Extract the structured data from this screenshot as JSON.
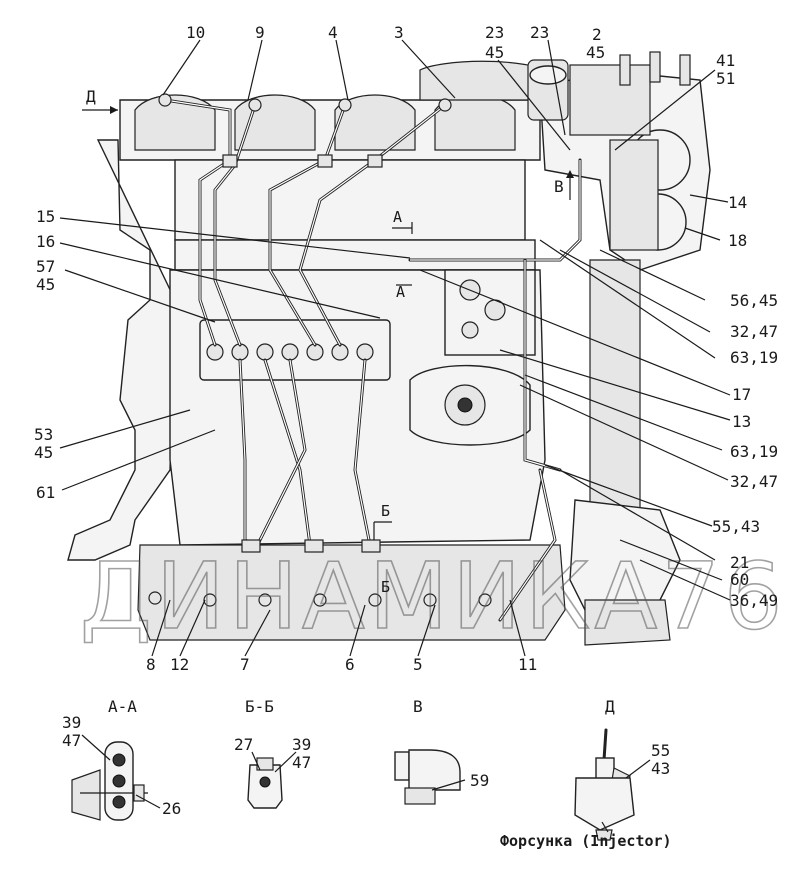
{
  "drawing": {
    "callouts": [
      {
        "id": "c10",
        "text": "10"
      },
      {
        "id": "c9",
        "text": "9"
      },
      {
        "id": "c4",
        "text": "4"
      },
      {
        "id": "c3",
        "text": "3"
      },
      {
        "id": "c23a",
        "text": "23"
      },
      {
        "id": "c45a",
        "text": "45"
      },
      {
        "id": "c23b",
        "text": "23"
      },
      {
        "id": "c2",
        "text": "2"
      },
      {
        "id": "c45b",
        "text": "45"
      },
      {
        "id": "c41",
        "text": "41"
      },
      {
        "id": "c51",
        "text": "51"
      },
      {
        "id": "c14",
        "text": "14"
      },
      {
        "id": "c18",
        "text": "18"
      },
      {
        "id": "c15",
        "text": "15"
      },
      {
        "id": "c16",
        "text": "16"
      },
      {
        "id": "c57",
        "text": "57"
      },
      {
        "id": "c45c",
        "text": "45"
      },
      {
        "id": "c5645",
        "text": "56,45"
      },
      {
        "id": "c3247a",
        "text": "32,47"
      },
      {
        "id": "c6319a",
        "text": "63,19"
      },
      {
        "id": "c17",
        "text": "17"
      },
      {
        "id": "c13",
        "text": "13"
      },
      {
        "id": "c6319b",
        "text": "63,19"
      },
      {
        "id": "c3247b",
        "text": "32,47"
      },
      {
        "id": "c53",
        "text": "53"
      },
      {
        "id": "c45d",
        "text": "45"
      },
      {
        "id": "c61",
        "text": "61"
      },
      {
        "id": "c5543",
        "text": "55,43"
      },
      {
        "id": "c21",
        "text": "21"
      },
      {
        "id": "c60",
        "text": "60"
      },
      {
        "id": "c3649",
        "text": "36,49"
      },
      {
        "id": "c8",
        "text": "8"
      },
      {
        "id": "c12",
        "text": "12"
      },
      {
        "id": "c7",
        "text": "7"
      },
      {
        "id": "c6",
        "text": "6"
      },
      {
        "id": "c5",
        "text": "5"
      },
      {
        "id": "c11",
        "text": "11"
      }
    ],
    "view_marks": [
      {
        "id": "vD",
        "text": "Д"
      },
      {
        "id": "vV",
        "text": "В"
      },
      {
        "id": "vA1",
        "text": "А"
      },
      {
        "id": "vA2",
        "text": "А"
      },
      {
        "id": "vB1",
        "text": "Б"
      },
      {
        "id": "vB2",
        "text": "Б"
      }
    ],
    "watermark": "ДИНАМИКА76"
  },
  "details": {
    "aa": {
      "title": "А-А",
      "labels": [
        "39",
        "47",
        "26"
      ]
    },
    "bb": {
      "title": "Б-Б",
      "labels": [
        "27",
        "39",
        "47"
      ]
    },
    "v": {
      "title": "В",
      "labels": [
        "59"
      ]
    },
    "d": {
      "title": "Д",
      "labels": [
        "55",
        "43"
      ],
      "caption": "Форсунка (Injector)"
    }
  }
}
